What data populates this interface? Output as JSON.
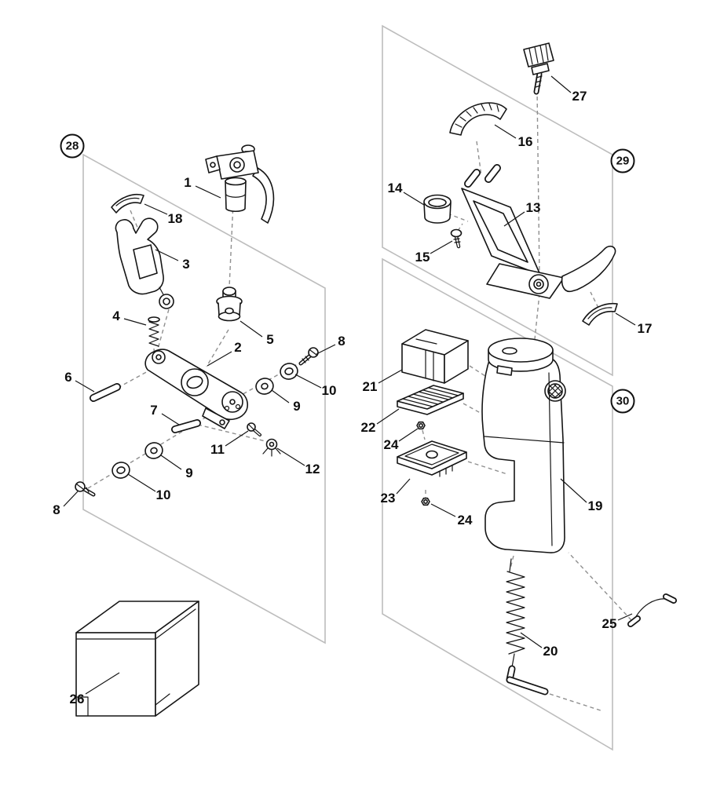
{
  "diagram": {
    "background": "#ffffff",
    "line_color": "#151515",
    "dashed_color": "#8f8f8f",
    "panel_color": "#bdbdbd"
  },
  "groups": [
    {
      "label": "28"
    },
    {
      "label": "29"
    },
    {
      "label": "30"
    }
  ],
  "callouts": [
    {
      "text": "1"
    },
    {
      "text": "18"
    },
    {
      "text": "3"
    },
    {
      "text": "4"
    },
    {
      "text": "2"
    },
    {
      "text": "5"
    },
    {
      "text": "8"
    },
    {
      "text": "10"
    },
    {
      "text": "9"
    },
    {
      "text": "6"
    },
    {
      "text": "7"
    },
    {
      "text": "11"
    },
    {
      "text": "12"
    },
    {
      "text": "9"
    },
    {
      "text": "10"
    },
    {
      "text": "8"
    },
    {
      "text": "26"
    },
    {
      "text": "27"
    },
    {
      "text": "16"
    },
    {
      "text": "14"
    },
    {
      "text": "15"
    },
    {
      "text": "13"
    },
    {
      "text": "17"
    },
    {
      "text": "21"
    },
    {
      "text": "22"
    },
    {
      "text": "24"
    },
    {
      "text": "23"
    },
    {
      "text": "24"
    },
    {
      "text": "19"
    },
    {
      "text": "20"
    },
    {
      "text": "25"
    }
  ]
}
